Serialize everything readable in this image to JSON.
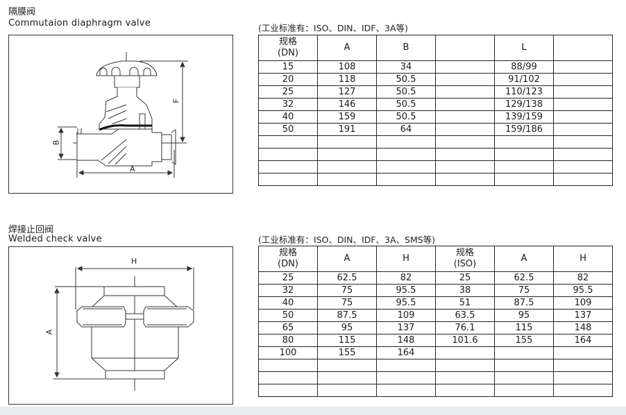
{
  "sections": [
    {
      "title_cn": "隔膜阀",
      "title_en": "Commutaion diaphragm valve",
      "standards_note": "(工业标准有：ISO、DIN、IDF、3A等)",
      "drawing_labels": {
        "a": "A",
        "b": "B",
        "f": "F"
      },
      "table": {
        "headers": [
          [
            "规格",
            "(DN)"
          ],
          [
            "A"
          ],
          [
            "B"
          ],
          [
            ""
          ],
          [
            "L"
          ],
          [
            ""
          ]
        ],
        "rows": [
          [
            "15",
            "108",
            "34",
            "",
            "88/99",
            ""
          ],
          [
            "20",
            "118",
            "50.5",
            "",
            "91/102",
            ""
          ],
          [
            "25",
            "127",
            "50.5",
            "",
            "110/123",
            ""
          ],
          [
            "32",
            "146",
            "50.5",
            "",
            "129/138",
            ""
          ],
          [
            "40",
            "159",
            "50.5",
            "",
            "139/159",
            ""
          ],
          [
            "50",
            "191",
            "64",
            "",
            "159/186",
            ""
          ],
          [
            "",
            "",
            "",
            "",
            "",
            ""
          ],
          [
            "",
            "",
            "",
            "",
            "",
            ""
          ],
          [
            "",
            "",
            "",
            "",
            "",
            ""
          ],
          [
            "",
            "",
            "",
            "",
            "",
            ""
          ]
        ]
      }
    },
    {
      "title_cn": "焊接止回阀",
      "title_en": "Welded check valve",
      "standards_note": "(工业标准有：ISO、DIN、IDF、3A、SMS等)",
      "drawing_labels": {
        "h": "H",
        "a": "A"
      },
      "table": {
        "headers": [
          [
            "规格",
            "(DN)"
          ],
          [
            "A"
          ],
          [
            "H"
          ],
          [
            "规格",
            "(ISO)"
          ],
          [
            "A"
          ],
          [
            "H"
          ]
        ],
        "rows": [
          [
            "25",
            "62.5",
            "82",
            "25",
            "62.5",
            "82"
          ],
          [
            "32",
            "75",
            "95.5",
            "38",
            "75",
            "95.5"
          ],
          [
            "40",
            "75",
            "95.5",
            "51",
            "87.5",
            "109"
          ],
          [
            "50",
            "87.5",
            "109",
            "63.5",
            "95",
            "137"
          ],
          [
            "65",
            "95",
            "137",
            "76.1",
            "115",
            "148"
          ],
          [
            "80",
            "115",
            "148",
            "101.6",
            "155",
            "164"
          ],
          [
            "100",
            "155",
            "164",
            "",
            "",
            ""
          ],
          [
            "",
            "",
            "",
            "",
            "",
            ""
          ],
          [
            "",
            "",
            "",
            "",
            "",
            ""
          ],
          [
            "",
            "",
            "",
            "",
            "",
            ""
          ]
        ]
      }
    }
  ]
}
